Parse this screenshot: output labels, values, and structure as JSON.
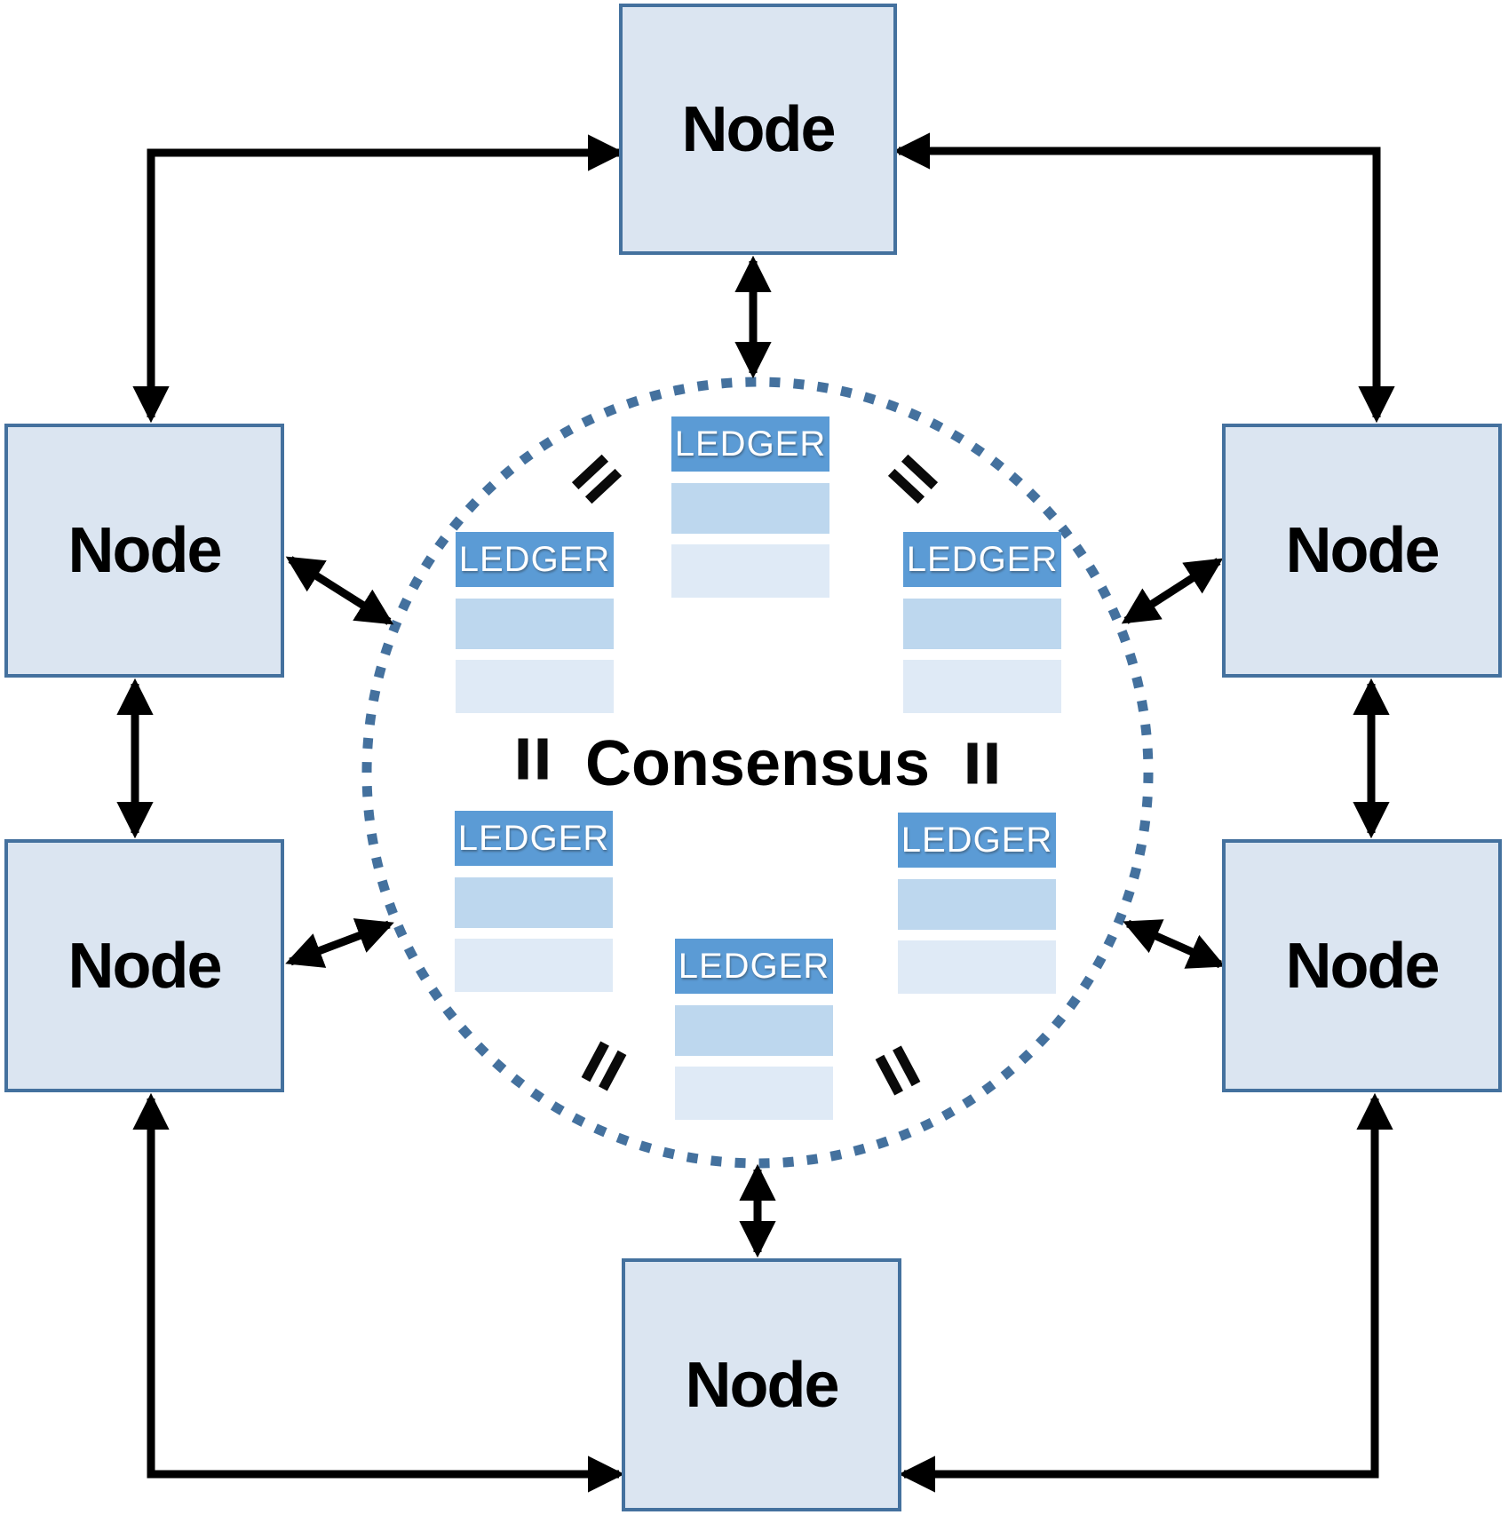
{
  "consensus": {
    "label": "Consensus"
  },
  "nodes": [
    {
      "id": "node-top",
      "label": "Node"
    },
    {
      "id": "node-left-upper",
      "label": "Node"
    },
    {
      "id": "node-right-upper",
      "label": "Node"
    },
    {
      "id": "node-left-lower",
      "label": "Node"
    },
    {
      "id": "node-right-lower",
      "label": "Node"
    },
    {
      "id": "node-bottom",
      "label": "Node"
    }
  ],
  "ledgers": [
    {
      "id": "ledger-top-center",
      "header": "LEDGER",
      "data_rows": 2
    },
    {
      "id": "ledger-upper-left",
      "header": "LEDGER",
      "data_rows": 2
    },
    {
      "id": "ledger-upper-right",
      "header": "LEDGER",
      "data_rows": 2
    },
    {
      "id": "ledger-lower-left",
      "header": "LEDGER",
      "data_rows": 2
    },
    {
      "id": "ledger-lower-right",
      "header": "LEDGER",
      "data_rows": 2
    },
    {
      "id": "ledger-bottom-center",
      "header": "LEDGER",
      "data_rows": 2
    }
  ],
  "equals_marks": [
    {
      "id": "equals-nw"
    },
    {
      "id": "equals-ne"
    },
    {
      "id": "equals-w"
    },
    {
      "id": "equals-e"
    },
    {
      "id": "equals-sw"
    },
    {
      "id": "equals-se"
    }
  ],
  "connectors": {
    "double_headed_straight": 8,
    "double_headed_elbow": 4
  },
  "colors": {
    "node_fill": "#dbe5f1",
    "node_border": "#44719e",
    "ledger_header": "#5b9bd5",
    "ledger_row_mid": "#bdd7ee",
    "ledger_row_light": "#dfeaf6",
    "circle_dot": "#44719e",
    "arrow": "#000000",
    "consensus_text": "#000000",
    "ledger_text": "#ffffff"
  }
}
